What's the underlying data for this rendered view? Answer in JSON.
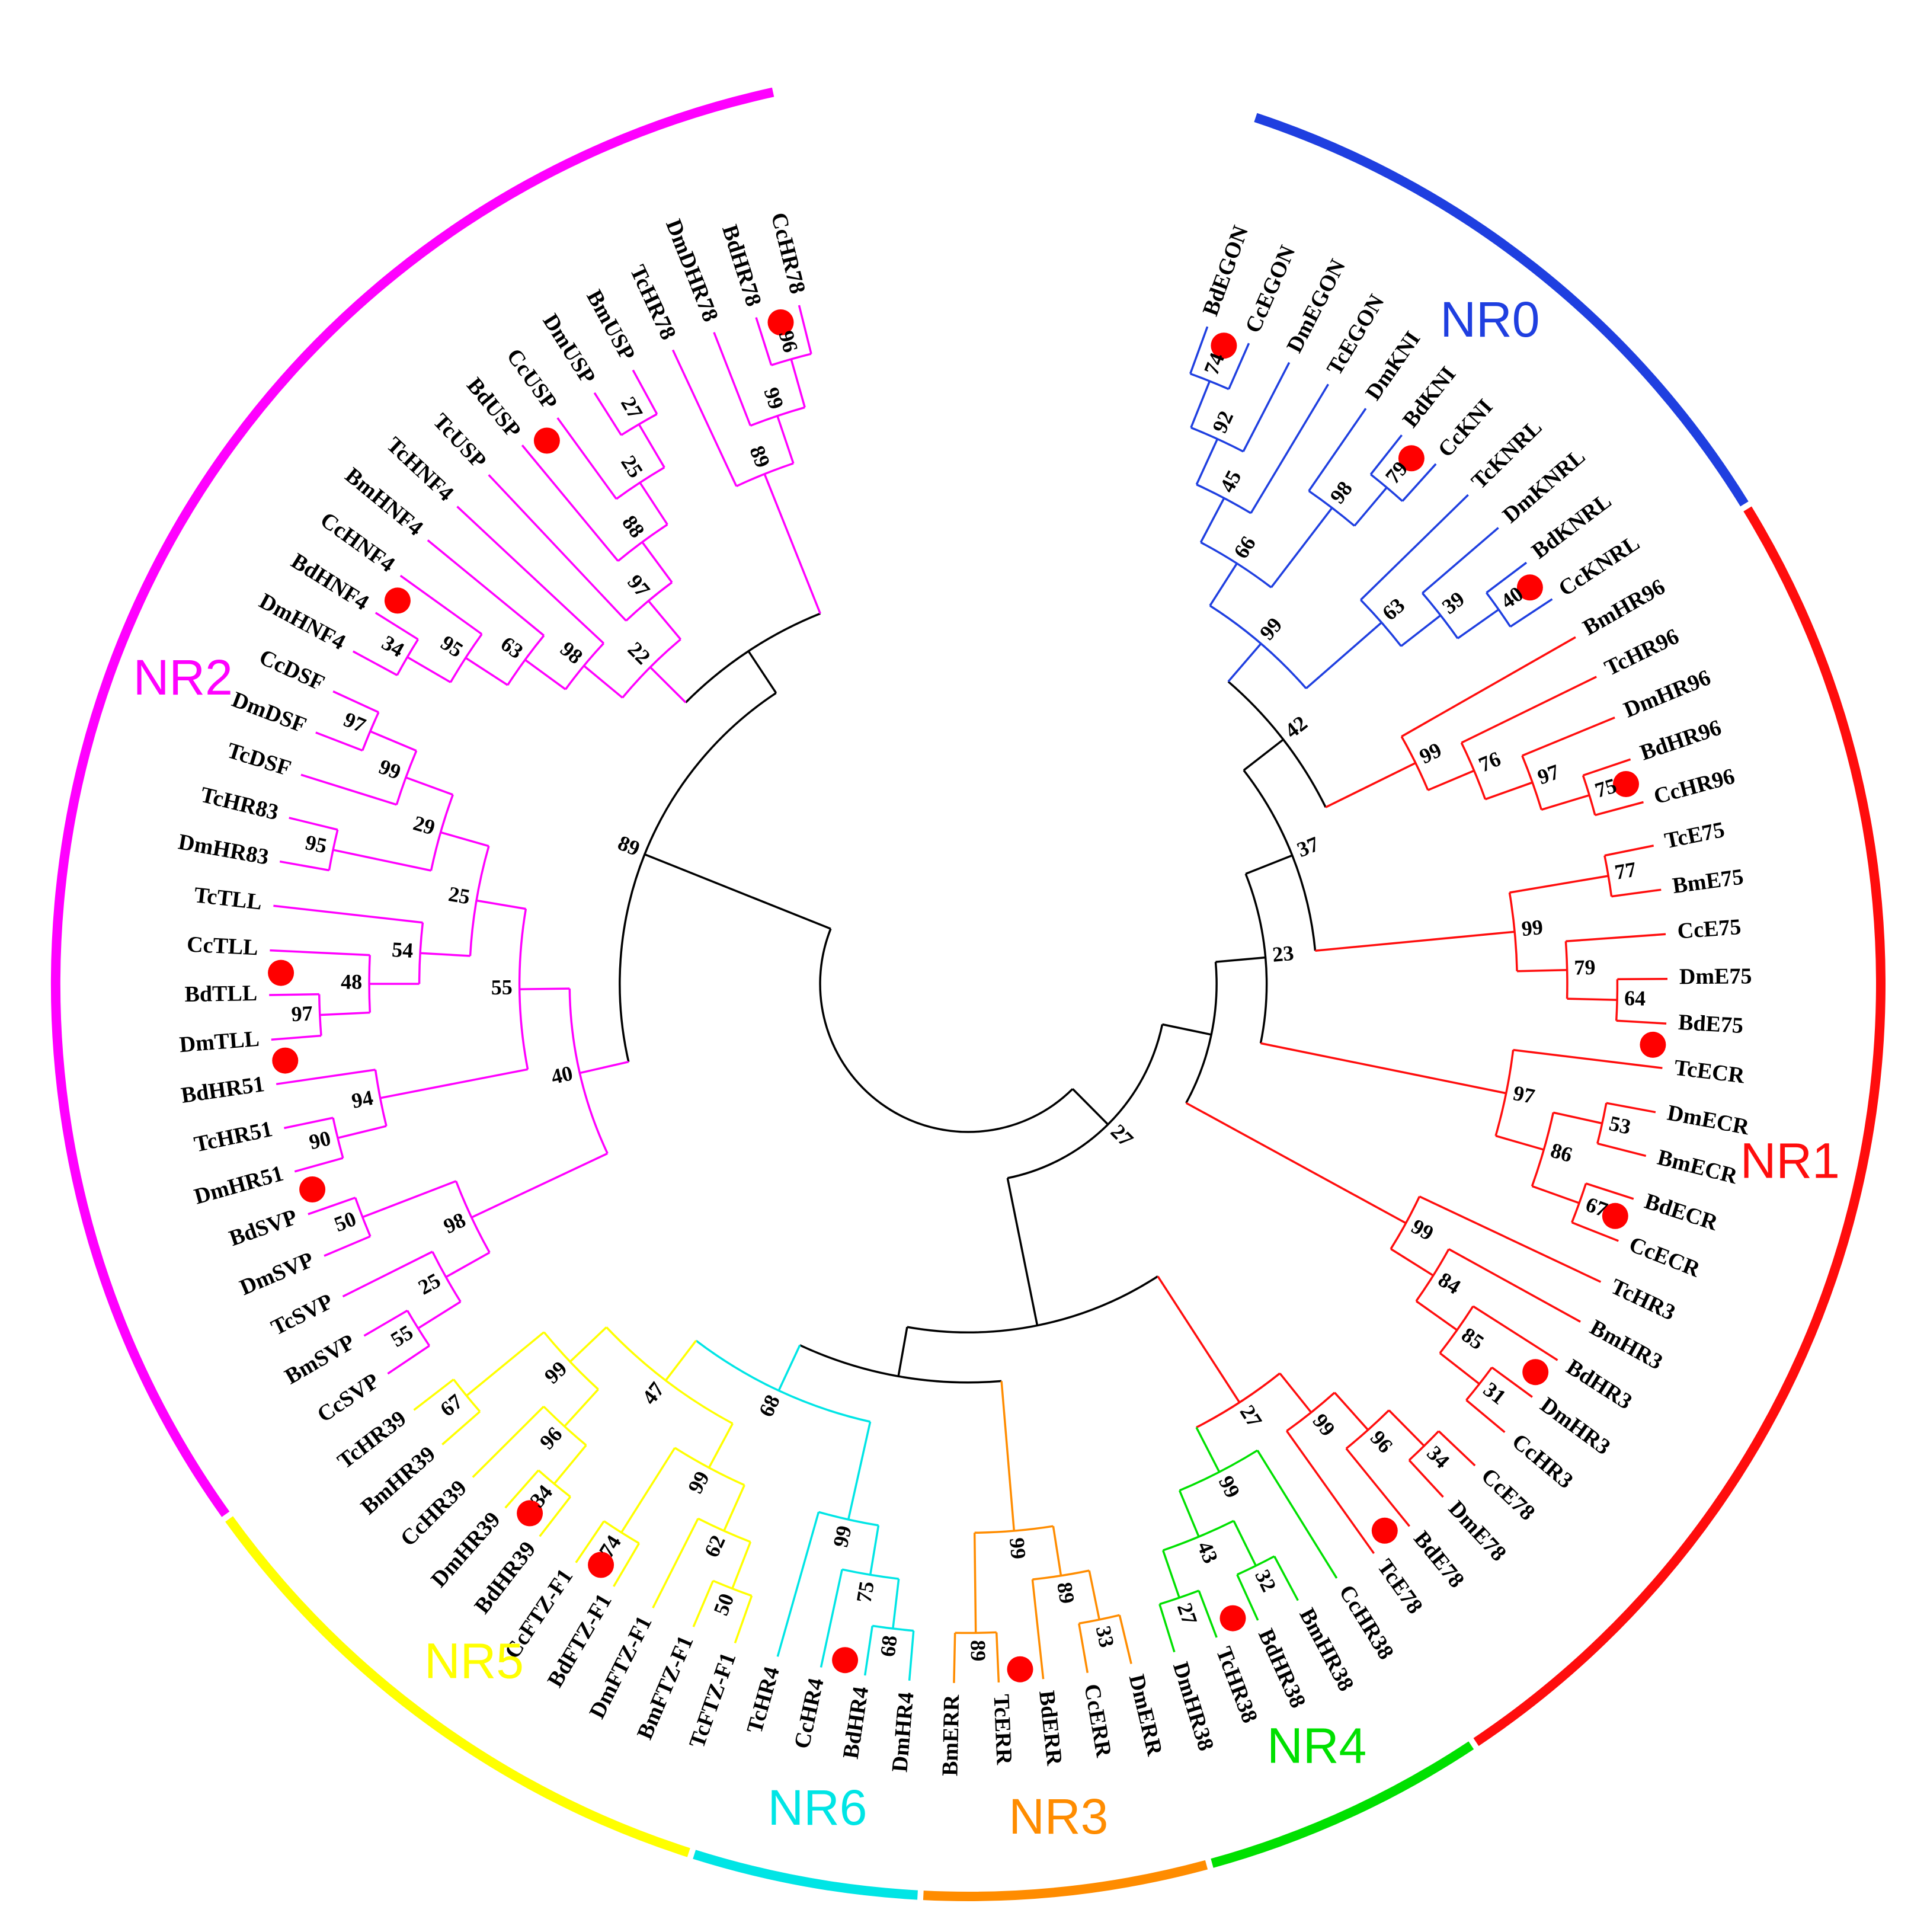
{
  "clades": [
    {
      "label": "NR0",
      "color": "#1f3fe0"
    },
    {
      "label": "NR1",
      "color": "#ff0d0d"
    },
    {
      "label": "NR2",
      "color": "#ff00ff"
    },
    {
      "label": "NR3",
      "color": "#ff8c00"
    },
    {
      "label": "NR4",
      "color": "#00e000"
    },
    {
      "label": "NR5",
      "color": "#ffff00"
    },
    {
      "label": "NR6",
      "color": "#00e5e5"
    }
  ],
  "backbone_color": "#000000",
  "marker_color": "#ff0000",
  "leaves": [
    {
      "name": "BdEGON",
      "clade": 0,
      "marker": true
    },
    {
      "name": "CcEGON",
      "clade": 0
    },
    {
      "name": "DmEGON",
      "clade": 0
    },
    {
      "name": "TcEGON",
      "clade": 0
    },
    {
      "name": "DmKNI",
      "clade": 0
    },
    {
      "name": "BdKNI",
      "clade": 0,
      "marker": true
    },
    {
      "name": "CcKNI",
      "clade": 0
    },
    {
      "name": "TcKNRL",
      "clade": 0
    },
    {
      "name": "DmKNRL",
      "clade": 0
    },
    {
      "name": "BdKNRL",
      "clade": 0,
      "marker": true
    },
    {
      "name": "CcKNRL",
      "clade": 0
    },
    {
      "name": "BmHR96",
      "clade": 1
    },
    {
      "name": "TcHR96",
      "clade": 1
    },
    {
      "name": "DmHR96",
      "clade": 1
    },
    {
      "name": "BdHR96",
      "clade": 1,
      "marker": true
    },
    {
      "name": "CcHR96",
      "clade": 1
    },
    {
      "name": "TcE75",
      "clade": 1
    },
    {
      "name": "BmE75",
      "clade": 1
    },
    {
      "name": "CcE75",
      "clade": 1
    },
    {
      "name": "DmE75",
      "clade": 1
    },
    {
      "name": "BdE75",
      "clade": 1,
      "marker": true
    },
    {
      "name": "TcECR",
      "clade": 1
    },
    {
      "name": "DmECR",
      "clade": 1
    },
    {
      "name": "BmECR",
      "clade": 1
    },
    {
      "name": "BdECR",
      "clade": 1,
      "marker": true
    },
    {
      "name": "CcECR",
      "clade": 1
    },
    {
      "name": "TcHR3",
      "clade": 1
    },
    {
      "name": "BmHR3",
      "clade": 1
    },
    {
      "name": "BdHR3",
      "clade": 1,
      "marker": true
    },
    {
      "name": "DmHR3",
      "clade": 1
    },
    {
      "name": "CcHR3",
      "clade": 1
    },
    {
      "name": "CcE78",
      "clade": 1
    },
    {
      "name": "DmE78",
      "clade": 1
    },
    {
      "name": "BdE78",
      "clade": 1,
      "marker": true
    },
    {
      "name": "TcE78",
      "clade": 1
    },
    {
      "name": "CcHR38",
      "clade": 4
    },
    {
      "name": "BmHR38",
      "clade": 4
    },
    {
      "name": "BdHR38",
      "clade": 4,
      "marker": true
    },
    {
      "name": "TcHR38",
      "clade": 4
    },
    {
      "name": "DmHR38",
      "clade": 4
    },
    {
      "name": "DmERR",
      "clade": 3
    },
    {
      "name": "CcERR",
      "clade": 3
    },
    {
      "name": "BdERR",
      "clade": 3,
      "marker": true
    },
    {
      "name": "TcERR",
      "clade": 3
    },
    {
      "name": "BmERR",
      "clade": 3
    },
    {
      "name": "DmHR4",
      "clade": 6
    },
    {
      "name": "BdHR4",
      "clade": 6,
      "marker": true
    },
    {
      "name": "CcHR4",
      "clade": 6
    },
    {
      "name": "TcHR4",
      "clade": 6
    },
    {
      "name": "TcFTZ-F1",
      "clade": 5
    },
    {
      "name": "BmFTZ-F1",
      "clade": 5
    },
    {
      "name": "DmFTZ-F1",
      "clade": 5
    },
    {
      "name": "BdFTZ-F1",
      "clade": 5,
      "marker": true
    },
    {
      "name": "CcFTZ-F1",
      "clade": 5
    },
    {
      "name": "BdHR39",
      "clade": 5,
      "marker": true
    },
    {
      "name": "DmHR39",
      "clade": 5
    },
    {
      "name": "CcHR39",
      "clade": 5
    },
    {
      "name": "BmHR39",
      "clade": 5
    },
    {
      "name": "TcHR39",
      "clade": 5
    },
    {
      "name": "CcSVP",
      "clade": 2
    },
    {
      "name": "BmSVP",
      "clade": 2
    },
    {
      "name": "TcSVP",
      "clade": 2
    },
    {
      "name": "DmSVP",
      "clade": 2
    },
    {
      "name": "BdSVP",
      "clade": 2,
      "marker": true
    },
    {
      "name": "DmHR51",
      "clade": 2
    },
    {
      "name": "TcHR51",
      "clade": 2
    },
    {
      "name": "BdHR51",
      "clade": 2,
      "marker": true
    },
    {
      "name": "DmTLL",
      "clade": 2
    },
    {
      "name": "BdTLL",
      "clade": 2,
      "marker": true
    },
    {
      "name": "CcTLL",
      "clade": 2
    },
    {
      "name": "TcTLL",
      "clade": 2
    },
    {
      "name": "DmHR83",
      "clade": 2
    },
    {
      "name": "TcHR83",
      "clade": 2
    },
    {
      "name": "TcDSF",
      "clade": 2
    },
    {
      "name": "DmDSF",
      "clade": 2
    },
    {
      "name": "CcDSF",
      "clade": 2
    },
    {
      "name": "DmHNF4",
      "clade": 2
    },
    {
      "name": "BdHNF4",
      "clade": 2,
      "marker": true
    },
    {
      "name": "CcHNF4",
      "clade": 2
    },
    {
      "name": "BmHNF4",
      "clade": 2
    },
    {
      "name": "TcHNF4",
      "clade": 2
    },
    {
      "name": "TcUSP",
      "clade": 2
    },
    {
      "name": "BdUSP",
      "clade": 2,
      "marker": true
    },
    {
      "name": "CcUSP",
      "clade": 2
    },
    {
      "name": "DmUSP",
      "clade": 2
    },
    {
      "name": "BmUSP",
      "clade": 2
    },
    {
      "name": "TcHR78",
      "clade": 2
    },
    {
      "name": "DmDHR78",
      "clade": 2
    },
    {
      "name": "BdHR78",
      "clade": 2,
      "marker": true
    },
    {
      "name": "CcHR78",
      "clade": 2
    }
  ],
  "nodes": [
    {
      "id": "n_egon1",
      "children": [
        "BdEGON",
        "CcEGON"
      ],
      "boot": "74",
      "clade": 0
    },
    {
      "id": "n_egon2",
      "children": [
        "n_egon1",
        "DmEGON"
      ],
      "boot": "92",
      "clade": 0
    },
    {
      "id": "n_egon3",
      "children": [
        "n_egon2",
        "TcEGON"
      ],
      "boot": "45",
      "clade": 0
    },
    {
      "id": "n_kni1",
      "children": [
        "BdKNI",
        "CcKNI"
      ],
      "boot": "79",
      "clade": 0
    },
    {
      "id": "n_kni2",
      "children": [
        "DmKNI",
        "n_kni1"
      ],
      "boot": "98",
      "clade": 0
    },
    {
      "id": "n_egkn",
      "children": [
        "n_egon3",
        "n_kni2"
      ],
      "boot": "66",
      "clade": 0
    },
    {
      "id": "n_knrl1",
      "children": [
        "BdKNRL",
        "CcKNRL"
      ],
      "boot": "40",
      "clade": 0
    },
    {
      "id": "n_knrl2",
      "children": [
        "DmKNRL",
        "n_knrl1"
      ],
      "boot": "39",
      "clade": 0
    },
    {
      "id": "n_knrl3",
      "children": [
        "TcKNRL",
        "n_knrl2"
      ],
      "boot": "63",
      "clade": 0
    },
    {
      "id": "n_nr0",
      "children": [
        "n_egkn",
        "n_knrl3"
      ],
      "boot": "99",
      "clade": 0
    },
    {
      "id": "n_hr96a",
      "children": [
        "BdHR96",
        "CcHR96"
      ],
      "boot": "75",
      "clade": 1
    },
    {
      "id": "n_hr96b",
      "children": [
        "DmHR96",
        "n_hr96a"
      ],
      "boot": "97",
      "clade": 1
    },
    {
      "id": "n_hr96c",
      "children": [
        "TcHR96",
        "n_hr96b"
      ],
      "boot": "76",
      "clade": 1
    },
    {
      "id": "n_hr96d",
      "children": [
        "BmHR96",
        "n_hr96c"
      ],
      "boot": "99",
      "clade": 1
    },
    {
      "id": "n_top",
      "children": [
        "n_nr0",
        "n_hr96d"
      ],
      "boot": "42",
      "clade": -1
    },
    {
      "id": "n_e75a",
      "children": [
        "TcE75",
        "BmE75"
      ],
      "boot": "77",
      "clade": 1
    },
    {
      "id": "n_e75b",
      "children": [
        "DmE75",
        "BdE75"
      ],
      "boot": "64",
      "clade": 1
    },
    {
      "id": "n_e75c",
      "children": [
        "CcE75",
        "n_e75b"
      ],
      "boot": "79",
      "clade": 1
    },
    {
      "id": "n_e75d",
      "children": [
        "n_e75a",
        "n_e75c"
      ],
      "boot": "99",
      "clade": 1
    },
    {
      "id": "n_top2",
      "children": [
        "n_top",
        "n_e75d"
      ],
      "boot": "37",
      "clade": -1
    },
    {
      "id": "n_ecr1",
      "children": [
        "BdECR",
        "CcECR"
      ],
      "boot": "67",
      "clade": 1
    },
    {
      "id": "n_ecr2",
      "children": [
        "DmECR",
        "BmECR"
      ],
      "boot": "53",
      "clade": 1
    },
    {
      "id": "n_ecr3",
      "children": [
        "n_ecr2",
        "n_ecr1"
      ],
      "boot": "86",
      "clade": 1
    },
    {
      "id": "n_ecr4",
      "children": [
        "TcECR",
        "n_ecr3"
      ],
      "boot": "97",
      "clade": 1
    },
    {
      "id": "n_top3",
      "children": [
        "n_top2",
        "n_ecr4"
      ],
      "boot": "23",
      "clade": -1
    },
    {
      "id": "n_hr3a",
      "children": [
        "DmHR3",
        "CcHR3"
      ],
      "boot": "31",
      "clade": 1
    },
    {
      "id": "n_hr3b",
      "children": [
        "BdHR3",
        "n_hr3a"
      ],
      "boot": "85",
      "clade": 1
    },
    {
      "id": "n_hr3c",
      "children": [
        "BmHR3",
        "n_hr3b"
      ],
      "boot": "84",
      "clade": 1
    },
    {
      "id": "n_hr3d",
      "children": [
        "TcHR3",
        "n_hr3c"
      ],
      "boot": "99",
      "clade": 1
    },
    {
      "id": "n_e78a",
      "children": [
        "CcE78",
        "DmE78"
      ],
      "boot": "34",
      "clade": 1
    },
    {
      "id": "n_e78b",
      "children": [
        "n_e78a",
        "BdE78"
      ],
      "boot": "96",
      "clade": 1
    },
    {
      "id": "n_e78c",
      "children": [
        "n_e78b",
        "TcE78"
      ],
      "boot": "99",
      "clade": 1
    },
    {
      "id": "n_hr38a",
      "children": [
        "BmHR38",
        "BdHR38"
      ],
      "boot": "32",
      "clade": 4
    },
    {
      "id": "n_hr38b",
      "children": [
        "TcHR38",
        "DmHR38"
      ],
      "boot": "27",
      "clade": 4
    },
    {
      "id": "n_hr38c",
      "children": [
        "n_hr38a",
        "n_hr38b"
      ],
      "boot": "43",
      "clade": 4
    },
    {
      "id": "n_hr38d",
      "children": [
        "CcHR38",
        "n_hr38c"
      ],
      "boot": "99",
      "clade": 4
    },
    {
      "id": "n_e78hr38",
      "children": [
        "n_e78c",
        "n_hr38d"
      ],
      "boot": "27",
      "clade": 1
    },
    {
      "id": "n_top4",
      "children": [
        "n_top3",
        "n_hr3d"
      ],
      "boot": "",
      "clade": -1
    },
    {
      "id": "n_err1",
      "children": [
        "DmERR",
        "CcERR"
      ],
      "boot": "33",
      "clade": 3
    },
    {
      "id": "n_err2",
      "children": [
        "n_err1",
        "BdERR"
      ],
      "boot": "89",
      "clade": 3
    },
    {
      "id": "n_err3",
      "children": [
        "TcERR",
        "BmERR"
      ],
      "boot": "89",
      "clade": 3
    },
    {
      "id": "n_err4",
      "children": [
        "n_err2",
        "n_err3"
      ],
      "boot": "99",
      "clade": 3
    },
    {
      "id": "n_hr4a",
      "children": [
        "DmHR4",
        "BdHR4"
      ],
      "boot": "68",
      "clade": 6
    },
    {
      "id": "n_hr4b",
      "children": [
        "n_hr4a",
        "CcHR4"
      ],
      "boot": "75",
      "clade": 6
    },
    {
      "id": "n_hr4c",
      "children": [
        "n_hr4b",
        "TcHR4"
      ],
      "boot": "99",
      "clade": 6
    },
    {
      "id": "n_ftz1",
      "children": [
        "TcFTZ-F1",
        "BmFTZ-F1"
      ],
      "boot": "50",
      "clade": 5
    },
    {
      "id": "n_ftz2",
      "children": [
        "n_ftz1",
        "DmFTZ-F1"
      ],
      "boot": "62",
      "clade": 5
    },
    {
      "id": "n_ftz3",
      "children": [
        "BdFTZ-F1",
        "CcFTZ-F1"
      ],
      "boot": "74",
      "clade": 5
    },
    {
      "id": "n_ftz4",
      "children": [
        "n_ftz2",
        "n_ftz3"
      ],
      "boot": "99",
      "clade": 5
    },
    {
      "id": "n_hr39a",
      "children": [
        "BdHR39",
        "DmHR39"
      ],
      "boot": "34",
      "clade": 5
    },
    {
      "id": "n_hr39b",
      "children": [
        "n_hr39a",
        "CcHR39"
      ],
      "boot": "96",
      "clade": 5
    },
    {
      "id": "n_hr39c",
      "children": [
        "BmHR39",
        "TcHR39"
      ],
      "boot": "67",
      "clade": 5
    },
    {
      "id": "n_hr39d",
      "children": [
        "n_hr39b",
        "n_hr39c"
      ],
      "boot": "99",
      "clade": 5
    },
    {
      "id": "n_nr5",
      "children": [
        "n_ftz4",
        "n_hr39d"
      ],
      "boot": "47",
      "clade": 5
    },
    {
      "id": "n_nr56",
      "children": [
        "n_hr4c",
        "n_nr5"
      ],
      "boot": "68",
      "clade": 6
    },
    {
      "id": "n_nr356",
      "children": [
        "n_err4",
        "n_nr56"
      ],
      "boot": "",
      "clade": -1
    },
    {
      "id": "n_lower",
      "children": [
        "n_e78hr38",
        "n_nr356"
      ],
      "boot": "",
      "clade": -1
    },
    {
      "id": "n_big",
      "children": [
        "n_top4",
        "n_lower"
      ],
      "boot": "27",
      "clade": -1
    },
    {
      "id": "n_svp1",
      "children": [
        "CcSVP",
        "BmSVP"
      ],
      "boot": "55",
      "clade": 2
    },
    {
      "id": "n_svp2",
      "children": [
        "n_svp1",
        "TcSVP"
      ],
      "boot": "25",
      "clade": 2
    },
    {
      "id": "n_svp3",
      "children": [
        "DmSVP",
        "BdSVP"
      ],
      "boot": "50",
      "clade": 2
    },
    {
      "id": "n_svp4",
      "children": [
        "n_svp2",
        "n_svp3"
      ],
      "boot": "98",
      "clade": 2
    },
    {
      "id": "n_hr51a",
      "children": [
        "DmHR51",
        "TcHR51"
      ],
      "boot": "90",
      "clade": 2
    },
    {
      "id": "n_hr51b",
      "children": [
        "n_hr51a",
        "BdHR51"
      ],
      "boot": "94",
      "clade": 2
    },
    {
      "id": "n_tll1",
      "children": [
        "DmTLL",
        "BdTLL"
      ],
      "boot": "97",
      "clade": 2
    },
    {
      "id": "n_tll2",
      "children": [
        "n_tll1",
        "CcTLL"
      ],
      "boot": "48",
      "clade": 2
    },
    {
      "id": "n_tll3",
      "children": [
        "n_tll2",
        "TcTLL"
      ],
      "boot": "54",
      "clade": 2
    },
    {
      "id": "n_hr83",
      "children": [
        "DmHR83",
        "TcHR83"
      ],
      "boot": "95",
      "clade": 2
    },
    {
      "id": "n_dsf1",
      "children": [
        "DmDSF",
        "CcDSF"
      ],
      "boot": "97",
      "clade": 2
    },
    {
      "id": "n_dsf2",
      "children": [
        "TcDSF",
        "n_dsf1"
      ],
      "boot": "99",
      "clade": 2
    },
    {
      "id": "n_dsf3",
      "children": [
        "n_hr83",
        "n_dsf2"
      ],
      "boot": "29",
      "clade": 2
    },
    {
      "id": "n_tlldsf",
      "children": [
        "n_tll3",
        "n_dsf3"
      ],
      "boot": "25",
      "clade": 2
    },
    {
      "id": "n_hr51tll",
      "children": [
        "n_hr51b",
        "n_tlldsf"
      ],
      "boot": "55",
      "clade": 2
    },
    {
      "id": "n_svphr51",
      "children": [
        "n_svp4",
        "n_hr51tll"
      ],
      "boot": "40",
      "clade": 2
    },
    {
      "id": "n_hnf1",
      "children": [
        "DmHNF4",
        "BdHNF4"
      ],
      "boot": "34",
      "clade": 2
    },
    {
      "id": "n_hnf2",
      "children": [
        "n_hnf1",
        "CcHNF4"
      ],
      "boot": "95",
      "clade": 2
    },
    {
      "id": "n_hnf3",
      "children": [
        "n_hnf2",
        "BmHNF4"
      ],
      "boot": "63",
      "clade": 2
    },
    {
      "id": "n_hnf4",
      "children": [
        "n_hnf3",
        "TcHNF4"
      ],
      "boot": "98",
      "clade": 2
    },
    {
      "id": "n_usp1",
      "children": [
        "DmUSP",
        "BmUSP"
      ],
      "boot": "27",
      "clade": 2
    },
    {
      "id": "n_usp2",
      "children": [
        "CcUSP",
        "n_usp1"
      ],
      "boot": "25",
      "clade": 2
    },
    {
      "id": "n_usp3",
      "children": [
        "BdUSP",
        "n_usp2"
      ],
      "boot": "88",
      "clade": 2
    },
    {
      "id": "n_usp4",
      "children": [
        "TcUSP",
        "n_usp3"
      ],
      "boot": "97",
      "clade": 2
    },
    {
      "id": "n_hnfusp",
      "children": [
        "n_hnf4",
        "n_usp4"
      ],
      "boot": "22",
      "clade": 2
    },
    {
      "id": "n_hr78a",
      "children": [
        "BdHR78",
        "CcHR78"
      ],
      "boot": "96",
      "clade": 2
    },
    {
      "id": "n_hr78b",
      "children": [
        "DmDHR78",
        "n_hr78a"
      ],
      "boot": "99",
      "clade": 2
    },
    {
      "id": "n_hr78c",
      "children": [
        "TcHR78",
        "n_hr78b"
      ],
      "boot": "89",
      "clade": 2
    },
    {
      "id": "n_nr2top",
      "children": [
        "n_hnfusp",
        "n_hr78c"
      ],
      "boot": "",
      "clade": -1
    },
    {
      "id": "n_nr2",
      "children": [
        "n_svphr51",
        "n_nr2top"
      ],
      "boot": "89",
      "clade": -1
    },
    {
      "id": "root",
      "children": [
        "n_big",
        "n_nr2"
      ],
      "boot": "",
      "clade": -1
    }
  ]
}
